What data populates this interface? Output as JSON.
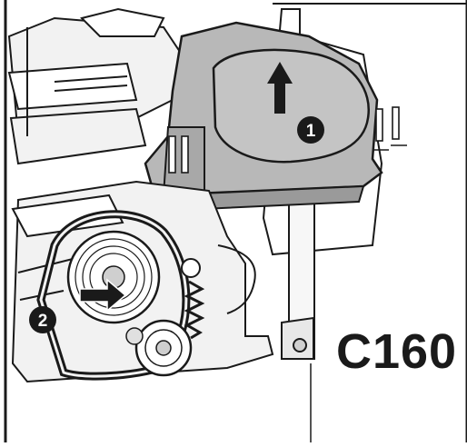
{
  "diagram": {
    "model_label": "C160",
    "callouts": [
      {
        "id": "1",
        "label": "1",
        "meaning": "lift-cover"
      },
      {
        "id": "2",
        "label": "2",
        "meaning": "release-belt"
      }
    ]
  },
  "colors": {
    "line": "#1a1a1a",
    "cover_fill": "#b8b8b8",
    "cover_shadow": "#9a9a9a",
    "background": "#ffffff",
    "light_fill": "#f2f2f2"
  }
}
